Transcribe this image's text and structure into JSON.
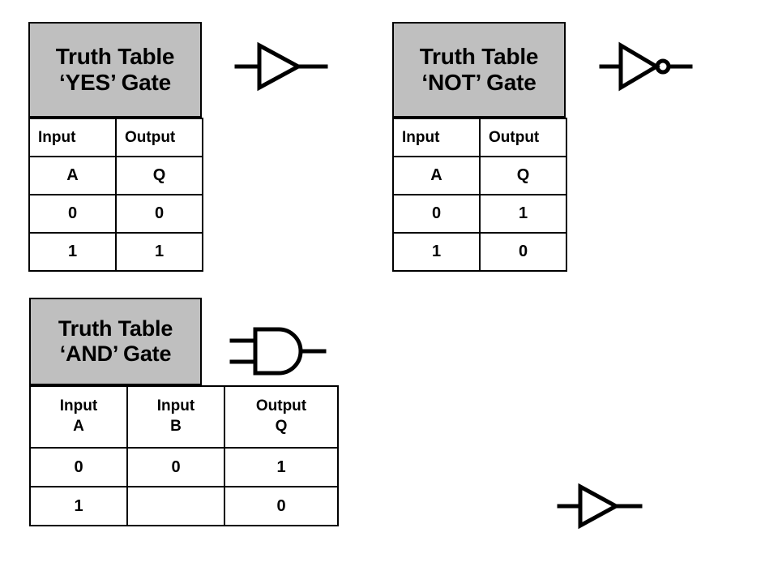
{
  "page": {
    "background_color": "#ffffff",
    "title_fill_color": "#bfbfbf",
    "line_color": "#000000"
  },
  "tables": [
    {
      "id": "yes-gate",
      "title_line1": "Truth Table",
      "title_line2": "‘YES’ Gate",
      "headers": [
        "Input",
        "Output"
      ],
      "signals": [
        "A",
        "Q"
      ],
      "rows": [
        [
          "0",
          "0"
        ],
        [
          "1",
          "1"
        ]
      ]
    },
    {
      "id": "not-gate",
      "title_line1": "Truth Table",
      "title_line2": "‘NOT’ Gate",
      "headers": [
        "Input",
        "Output"
      ],
      "signals": [
        "A",
        "Q"
      ],
      "rows": [
        [
          "0",
          "1"
        ],
        [
          "1",
          "0"
        ]
      ]
    },
    {
      "id": "and-gate",
      "title_line1": "Truth Table",
      "title_line2": "‘AND’ Gate",
      "headers": [
        "Input",
        "Input",
        "Output"
      ],
      "signals": [
        "A",
        "B",
        "Q"
      ],
      "rows": [
        [
          "0",
          "0",
          "1"
        ],
        [
          "1",
          "",
          "0"
        ]
      ]
    }
  ],
  "symbols": [
    {
      "id": "buffer-symbol-yes",
      "kind": "buffer",
      "label": "YES gate symbol"
    },
    {
      "id": "inverter-symbol-not",
      "kind": "inverter",
      "label": "NOT gate symbol"
    },
    {
      "id": "and-symbol",
      "kind": "and",
      "label": "AND gate symbol"
    },
    {
      "id": "buffer-symbol-extra",
      "kind": "buffer",
      "label": "buffer gate symbol"
    }
  ]
}
